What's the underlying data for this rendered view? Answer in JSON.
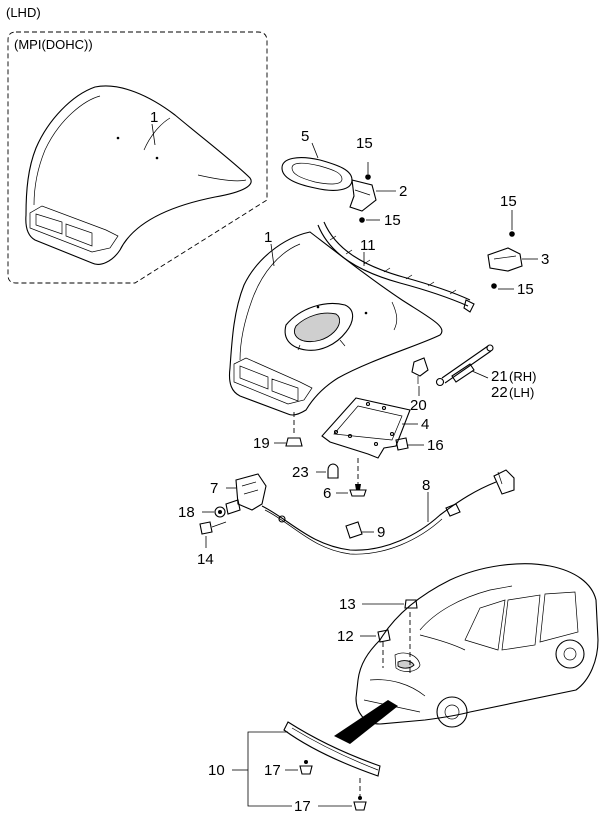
{
  "header": {
    "variant": "(LHD)",
    "engine_box": "(MPI(DOHC))"
  },
  "callouts": {
    "c1a": "1",
    "c1b": "1",
    "c2": "2",
    "c3": "3",
    "c4": "4",
    "c5": "5",
    "c6": "6",
    "c7": "7",
    "c8": "8",
    "c9": "9",
    "c10": "10",
    "c11": "11",
    "c12": "12",
    "c13": "13",
    "c14": "14",
    "c15a": "15",
    "c15b": "15",
    "c15c": "15",
    "c15d": "15",
    "c16": "16",
    "c17a": "17",
    "c17b": "17",
    "c18": "18",
    "c19": "19",
    "c20": "20",
    "c21": "21",
    "c21s": "(RH)",
    "c22": "22",
    "c22s": "(LH)",
    "c23": "23"
  }
}
